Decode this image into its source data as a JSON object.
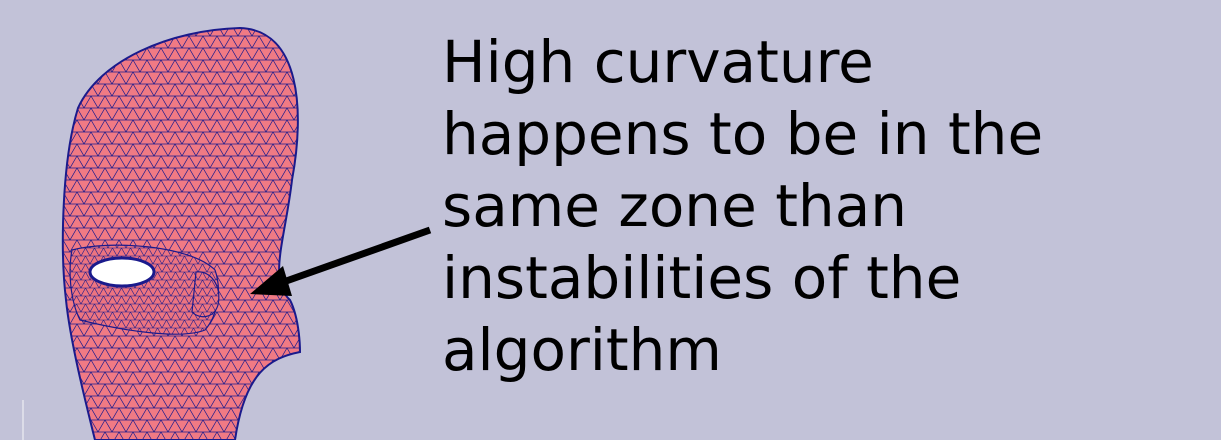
{
  "slide": {
    "caption_lines": [
      "High curvature",
      "happens to be in the",
      "same zone than",
      "instabilities of the",
      "algorithm"
    ]
  },
  "colors": {
    "background": "#c2c2d8",
    "mesh_fill": "#f07a84",
    "mesh_edges": "#1a1a8c",
    "arrow": "#000000",
    "text": "#000000"
  }
}
